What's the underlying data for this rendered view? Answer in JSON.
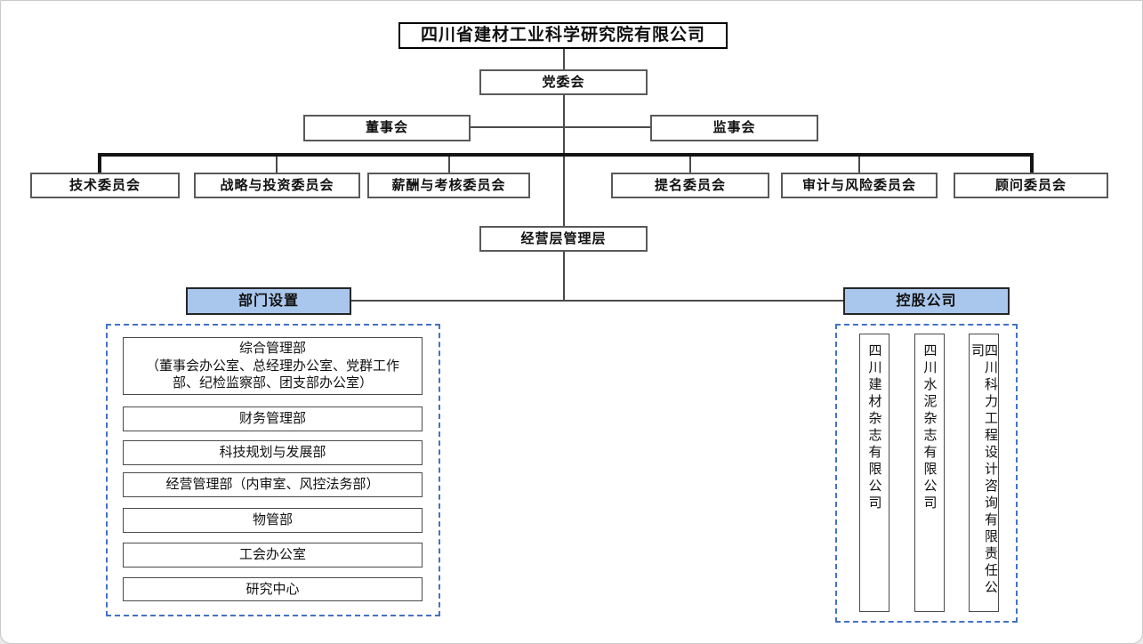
{
  "org_chart": {
    "company": "四川省建材工业科学研究院有限公司",
    "party_committee": "党委会",
    "board": "董事会",
    "supervisory_board": "监事会",
    "committees": [
      "技术委员会",
      "战略与投资委员会",
      "薪酬与考核委员会",
      "提名委员会",
      "审计与风险委员会",
      "顾问委员会"
    ],
    "management": "经营层管理层",
    "departments_section": {
      "header": "部门设置",
      "items": [
        "综合管理部\n（董事会办公室、总经理办公室、党群工作部、纪检监察部、团支部办公室）",
        "财务管理部",
        "科技规划与发展部",
        "经营管理部（内审室、风控法务部）",
        "物管部",
        "工会办公室",
        "研究中心"
      ]
    },
    "holdings_section": {
      "header": "控股公司",
      "items": [
        "四川建材杂志有限公司",
        "四川水泥杂志有限公司",
        "四川科力工程设计咨询有限责任公司"
      ]
    },
    "colors": {
      "section_header_fill": "#A9C7EC",
      "dashed_border": "#4472C4",
      "box_border": "#595959",
      "connector": "#4a4a4a",
      "thick_connector": "#141414"
    }
  }
}
